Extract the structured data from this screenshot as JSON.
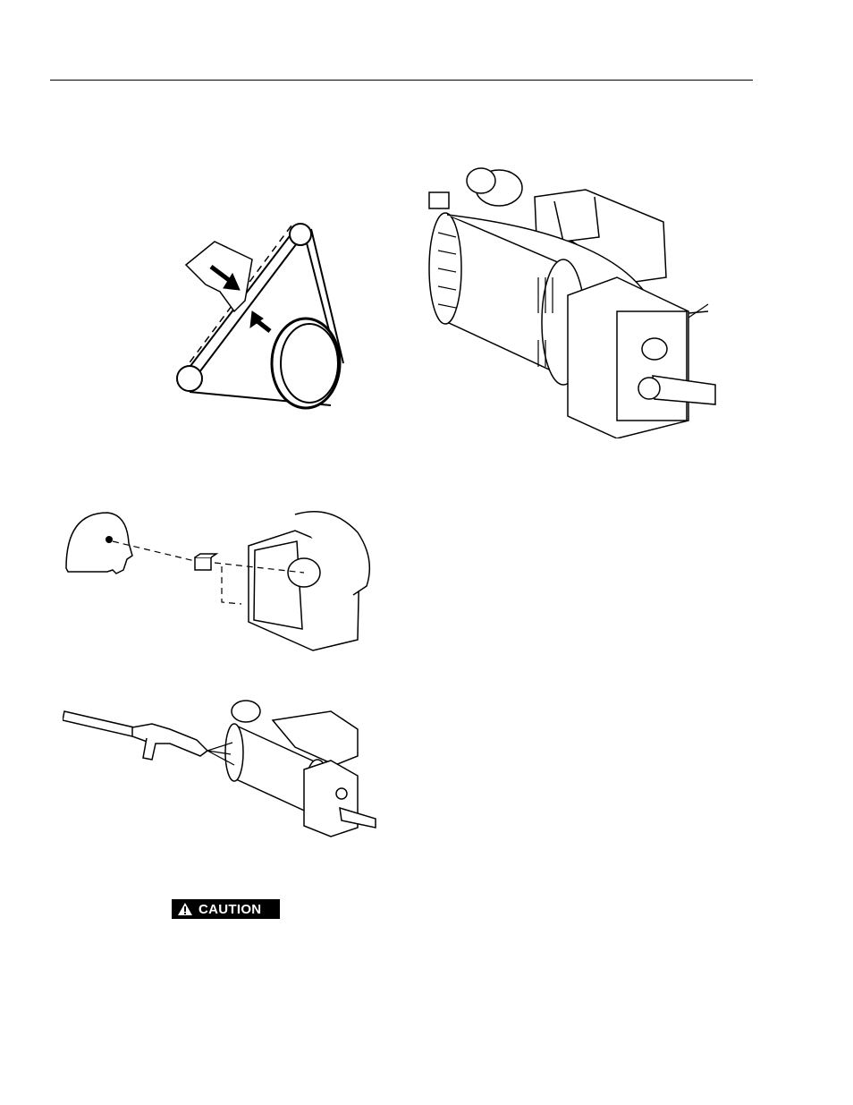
{
  "page": {
    "caution_label": "CAUTION",
    "figures": [
      {
        "id": "belt-tension-check",
        "icon": "belt-deflection-icon"
      },
      {
        "id": "generator-assembly",
        "icon": "generator-icon"
      },
      {
        "id": "brush-inspection",
        "icon": "inspection-icon"
      },
      {
        "id": "air-cleaning",
        "icon": "air-nozzle-icon"
      }
    ],
    "colors": {
      "ink": "#000000",
      "paper": "#ffffff"
    }
  }
}
